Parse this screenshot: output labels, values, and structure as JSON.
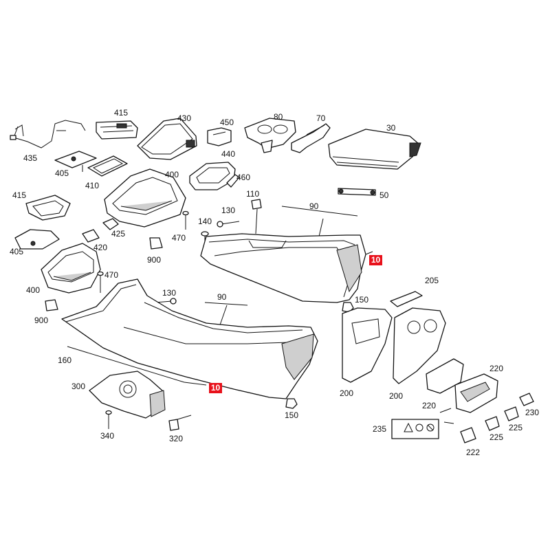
{
  "callouts": {
    "c435": "435",
    "c415a": "415",
    "c405a": "405",
    "c410": "410",
    "c430": "430",
    "c450": "450",
    "c440": "440",
    "c460": "460",
    "c80": "80",
    "c70": "70",
    "c30": "30",
    "c50": "50",
    "c415b": "415",
    "c400a": "400",
    "c425": "425",
    "c420": "420",
    "c405b": "405",
    "c470a": "470",
    "c900a": "900",
    "c110": "110",
    "c90a": "90",
    "c130a": "130",
    "c140": "140",
    "c10a": "10",
    "c400b": "400",
    "c470b": "470",
    "c900b": "900",
    "c130b": "130",
    "c90b": "90",
    "c150a": "150",
    "c205": "205",
    "c160": "160",
    "c10b": "10",
    "c300": "300",
    "c150b": "150",
    "c200a": "200",
    "c200b": "200",
    "c220a": "220",
    "c220b": "220",
    "c340": "340",
    "c320": "320",
    "c235": "235",
    "c230": "230",
    "c225a": "225",
    "c225b": "225",
    "c222": "222"
  },
  "colors": {
    "highlight": "#e8111b",
    "line": "#111111",
    "background": "#ffffff"
  },
  "icons": [
    "warning-triangle-icon",
    "airbag-warning-icon",
    "no-symbol-icon"
  ]
}
